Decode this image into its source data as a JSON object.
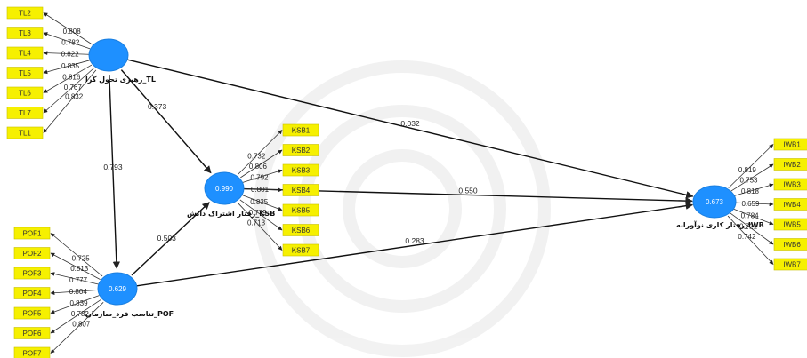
{
  "nodes": {
    "TL": {
      "label": "رهبری تحول گرا_TL",
      "value": ""
    },
    "KSB": {
      "label": "رفتار اشتراک دانش_KSB",
      "value": "0.990"
    },
    "POF": {
      "label": "تناسب فرد_سازمان_POF",
      "value": "0.629"
    },
    "IWB": {
      "label": "رفتار کاری نوآورانه_IWB",
      "value": "0.673"
    }
  },
  "indicators": {
    "TL": [
      {
        "name": "TL2",
        "loading": "0.808"
      },
      {
        "name": "TL3",
        "loading": "0.782"
      },
      {
        "name": "TL4",
        "loading": "0.822"
      },
      {
        "name": "TL5",
        "loading": "0.835"
      },
      {
        "name": "TL6",
        "loading": "0.816"
      },
      {
        "name": "TL7",
        "loading": "0.767"
      },
      {
        "name": "TL1",
        "loading": "0.832"
      }
    ],
    "KSB": [
      {
        "name": "KSB1",
        "loading": "0.732"
      },
      {
        "name": "KSB2",
        "loading": "0.806"
      },
      {
        "name": "KSB3",
        "loading": "0.792"
      },
      {
        "name": "KSB4",
        "loading": "0.801"
      },
      {
        "name": "KSB5",
        "loading": "0.835"
      },
      {
        "name": "KSB6",
        "loading": "0.779"
      },
      {
        "name": "KSB7",
        "loading": "0.713"
      }
    ],
    "POF": [
      {
        "name": "POF1",
        "loading": "0.725"
      },
      {
        "name": "POF2",
        "loading": "0.813"
      },
      {
        "name": "POF3",
        "loading": "0.777"
      },
      {
        "name": "POF4",
        "loading": "0.804"
      },
      {
        "name": "POF5",
        "loading": "0.839"
      },
      {
        "name": "POF6",
        "loading": "0.782"
      },
      {
        "name": "POF7",
        "loading": "0.807"
      }
    ],
    "IWB": [
      {
        "name": "IWB1",
        "loading": "0.819"
      },
      {
        "name": "IWB2",
        "loading": "0.753"
      },
      {
        "name": "IWB3",
        "loading": "0.818"
      },
      {
        "name": "IWB4",
        "loading": "0.659"
      },
      {
        "name": "IWB5",
        "loading": "0.784"
      },
      {
        "name": "IWB6",
        "loading": "0.721"
      },
      {
        "name": "IWB7",
        "loading": "0.742"
      }
    ]
  },
  "paths": [
    {
      "from": "TL",
      "to": "KSB",
      "coef": "0.373"
    },
    {
      "from": "TL",
      "to": "POF",
      "coef": "0.793"
    },
    {
      "from": "TL",
      "to": "IWB",
      "coef": "0.032"
    },
    {
      "from": "POF",
      "to": "KSB",
      "coef": "0.503"
    },
    {
      "from": "KSB",
      "to": "IWB",
      "coef": "0.550"
    },
    {
      "from": "POF",
      "to": "IWB",
      "coef": "0.283"
    }
  ]
}
